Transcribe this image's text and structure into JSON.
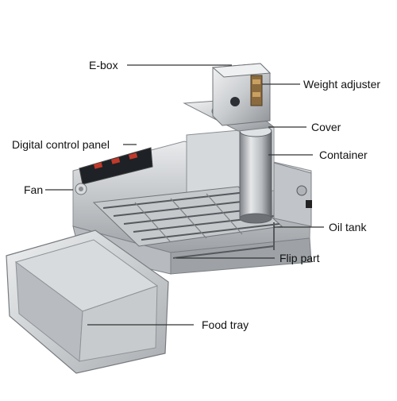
{
  "labels": {
    "ebox": "E-box",
    "weight_adjuster": "Weight adjuster",
    "cover": "Cover",
    "digital_control_panel": "Digital control panel",
    "container": "Container",
    "fan": "Fan",
    "oil_tank": "Oil tank",
    "flip_part": "Flip part",
    "food_tray": "Food tray"
  }
}
